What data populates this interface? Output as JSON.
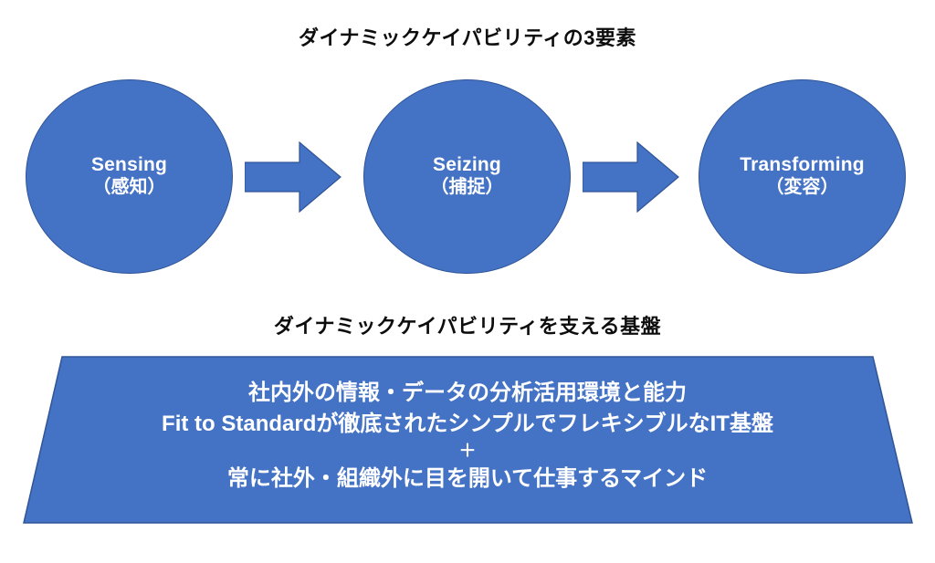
{
  "colors": {
    "shape_fill": "#4472C4",
    "shape_border": "#2F5597",
    "shape_text": "#FFFFFF",
    "heading_text": "#0D0D0D",
    "background": "#FFFFFF"
  },
  "headings": {
    "main_title": "ダイナミックケイパビリティの3要素",
    "foundation_title": "ダイナミックケイパビリティを支える基盤"
  },
  "process": {
    "steps": [
      {
        "en": "Sensing",
        "jp": "（感知）"
      },
      {
        "en": "Seizing",
        "jp": "（捕捉）"
      },
      {
        "en": "Transforming",
        "jp": "（変容）"
      }
    ],
    "connectors": [
      {
        "icon": "right-arrow-icon"
      },
      {
        "icon": "right-arrow-icon"
      }
    ]
  },
  "foundation": {
    "lines": [
      "社内外の情報・データの分析活用環境と能力",
      "Fit to Standardが徹底されたシンプルでフレキシブルなIT基盤",
      "＋",
      "常に社外・組織外に目を開いて仕事するマインド"
    ]
  }
}
